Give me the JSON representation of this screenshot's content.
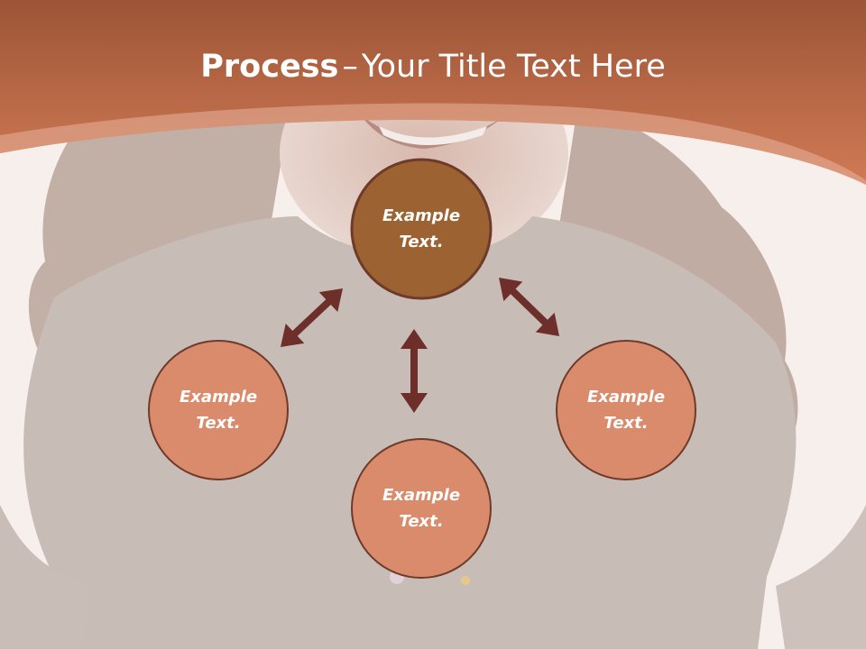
{
  "slide": {
    "title_bold": "Process",
    "title_separator": "–",
    "title_rest": "Your Title Text Here"
  },
  "nodes": [
    {
      "id": "top",
      "label": "Example Text.",
      "line1": "Example",
      "line2": "Text.",
      "color": "#9c6232"
    },
    {
      "id": "left",
      "label": "Example Text.",
      "line1": "Example",
      "line2": "Text.",
      "color": "#d98b6b"
    },
    {
      "id": "bottom",
      "label": "Example Text.",
      "line1": "Example",
      "line2": "Text.",
      "color": "#d98b6b"
    },
    {
      "id": "right",
      "label": "Example Text.",
      "line1": "Example",
      "line2": "Text.",
      "color": "#d98b6b"
    }
  ],
  "edges": [
    {
      "from": "top",
      "to": "left",
      "style": "double-arrow"
    },
    {
      "from": "top",
      "to": "bottom",
      "style": "double-arrow"
    },
    {
      "from": "top",
      "to": "right",
      "style": "double-arrow"
    }
  ],
  "colors": {
    "header": "#c06a45",
    "node_border": "#6e3a2a",
    "arrow": "#6e2e2a",
    "background": "#f7efec"
  }
}
